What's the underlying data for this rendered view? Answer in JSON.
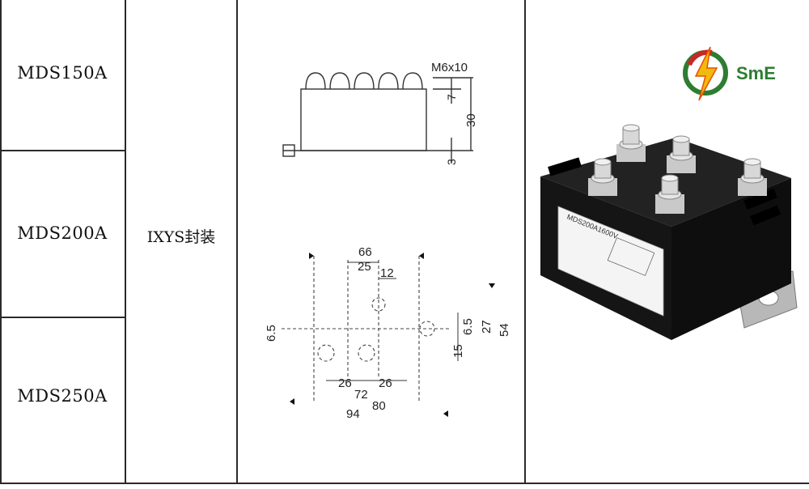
{
  "rows": [
    {
      "model": "MDS150A"
    },
    {
      "model": "MDS200A"
    },
    {
      "model": "MDS250A"
    }
  ],
  "package_label": "IXYS封装",
  "side_view": {
    "thread_label": "M6x10",
    "dims": [
      "7",
      "30",
      "3"
    ]
  },
  "top_view": {
    "dims": [
      "66",
      "25",
      "12",
      "6.5",
      "6.5",
      "15",
      "27",
      "54",
      "26",
      "26",
      "72",
      "80",
      "94"
    ]
  },
  "photo": {
    "part_marking": "MDS200A1600V",
    "description": "three-phase rectifier module photo"
  },
  "logo": {
    "text": "SmE",
    "colors": {
      "green": "#2e7d32",
      "red": "#c62828",
      "yellow": "#f2b90f",
      "orange": "#e65100"
    }
  }
}
